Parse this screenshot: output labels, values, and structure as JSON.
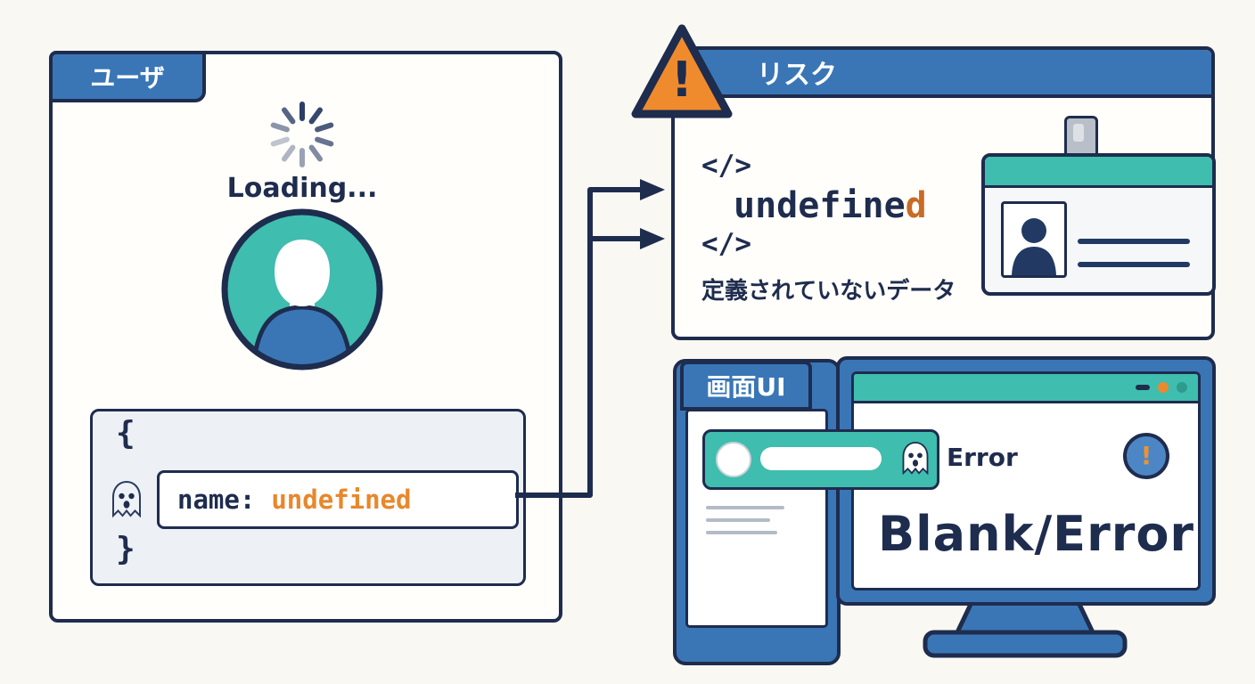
{
  "colors": {
    "navy": "#1e2c4e",
    "blue": "#3a76b6",
    "teal": "#3fbdae",
    "orange": "#e98a2e",
    "accent_letter": "#c96a26",
    "code_block_gray": "#edf0f4"
  },
  "user_panel": {
    "tab_label": "ユーザ",
    "loading_text": "Loading...",
    "code_open_brace": "{",
    "code_key": "name:",
    "code_value": "undefined",
    "code_close_brace": "}"
  },
  "risk_panel": {
    "tab_label": "リスク",
    "warning_mark": "!",
    "tag_open": "</>",
    "undefined_main": "undefine",
    "undefined_accent": "d",
    "tag_close": "</>",
    "caption": "定義されていないデータ"
  },
  "ui_panel": {
    "tab_label": "画面UI",
    "error_label": "Error",
    "blank_error_text": "Blank/Error",
    "warning_mark": "!"
  }
}
